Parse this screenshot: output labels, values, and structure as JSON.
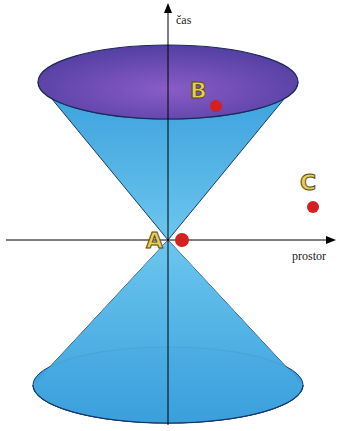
{
  "diagram": {
    "labels": [
      "čas",
      "B",
      "C",
      "A",
      "prostor"
    ]
  }
}
